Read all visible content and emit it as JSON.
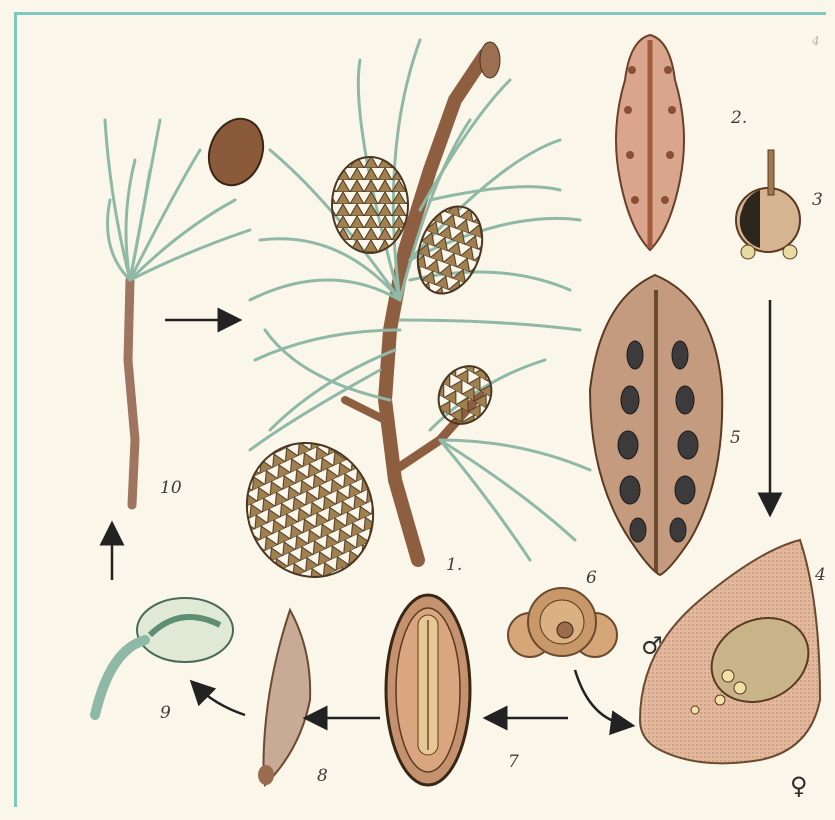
{
  "labels": {
    "fig1": "1.",
    "fig2": "2.",
    "fig3": "3",
    "fig4": "4",
    "fig5": "5",
    "fig6": "6",
    "fig7": "7",
    "fig8": "8",
    "fig9": "9",
    "fig10": "10",
    "male_symbol": "♂",
    "female_symbol": "♀",
    "corner_mark": "4"
  },
  "colors": {
    "needle": "#8fb9a6",
    "branch": "#9a6b4c",
    "cone": "#8a6a45",
    "frame": "#7fc7c1"
  }
}
